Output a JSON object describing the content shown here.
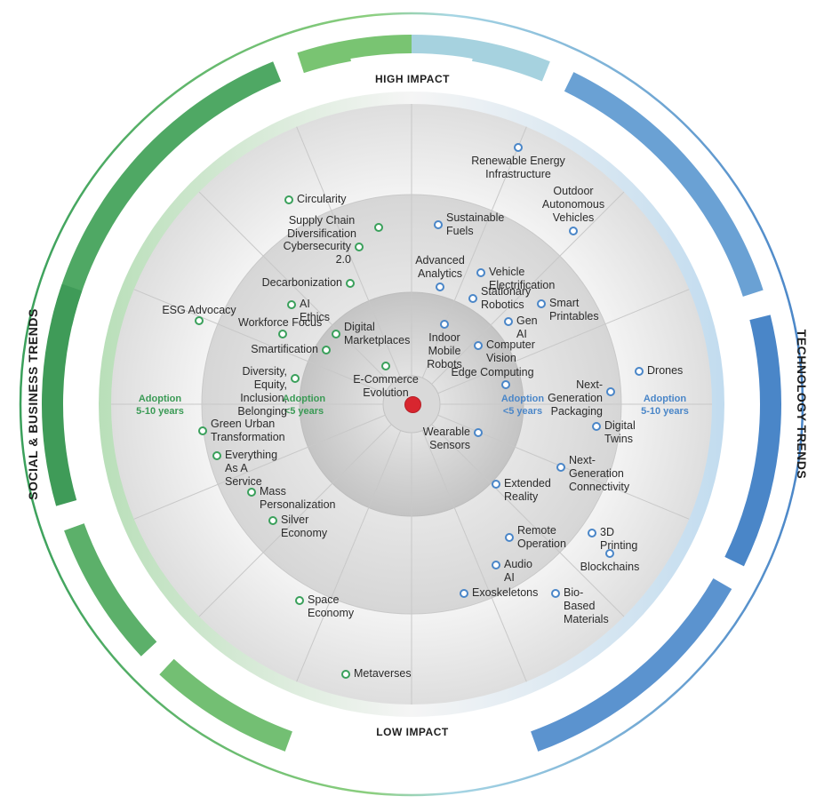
{
  "labels": {
    "top": "HIGH IMPACT",
    "bottom": "LOW IMPACT",
    "left": "SOCIAL & BUSINESS TRENDS",
    "right": "TECHNOLOGY TRENDS"
  },
  "adoption": {
    "left_outer": "Adoption\n5-10 years",
    "left_inner": "Adoption\n<5 years",
    "right_inner": "Adoption\n<5 years",
    "right_outer": "Adoption\n5-10 years"
  },
  "colors": {
    "social": "#3aa05b",
    "technology": "#4a86c8",
    "center": "#d8262f"
  },
  "social_trends": [
    "Circularity",
    "Supply Chain\nDiversification",
    "Cybersecurity 2.0",
    "Decarbonization",
    "AI Ethics",
    "ESG Advocacy",
    "Workforce Focus",
    "Digital\nMarketplaces",
    "Smartification",
    "Diversity, Equity,\nInclusion, Belonging",
    "E-Commerce\nEvolution",
    "Green Urban\nTransformation",
    "Everything As A Service",
    "Mass Personalization",
    "Silver Economy",
    "Space Economy",
    "Metaverses"
  ],
  "technology_trends": [
    "Renewable Energy\nInfrastructure",
    "Outdoor\nAutonomous\nVehicles",
    "Sustainable\nFuels",
    "Advanced\nAnalytics",
    "Vehicle Electrification",
    "Stationary\nRobotics",
    "Smart Printables",
    "Gen AI",
    "Indoor\nMobile\nRobots",
    "Computer Vision",
    "Edge Computing",
    "Drones",
    "Next-Generation\nPackaging",
    "Digital Twins",
    "Wearable Sensors",
    "Next-Generation\nConnectivity",
    "Extended Reality",
    "Remote\nOperation",
    "3D Printing",
    "Audio AI",
    "Blockchains",
    "Exoskeletons",
    "Bio-Based\nMaterials"
  ]
}
